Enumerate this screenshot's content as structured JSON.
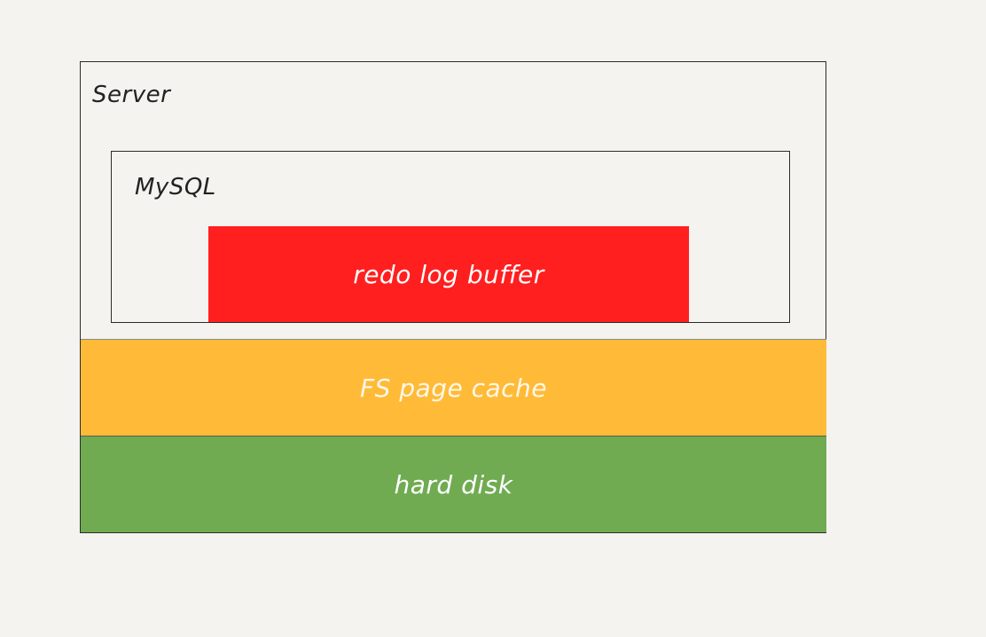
{
  "diagram": {
    "server": {
      "label": "Server"
    },
    "mysql": {
      "label": "MySQL"
    },
    "redo_log_buffer": {
      "label": "redo log buffer",
      "color": "#ff1f1f"
    },
    "fs_page_cache": {
      "label": "FS page cache",
      "color": "#ffbb38"
    },
    "hard_disk": {
      "label": "hard disk",
      "color": "#70ab52"
    }
  }
}
